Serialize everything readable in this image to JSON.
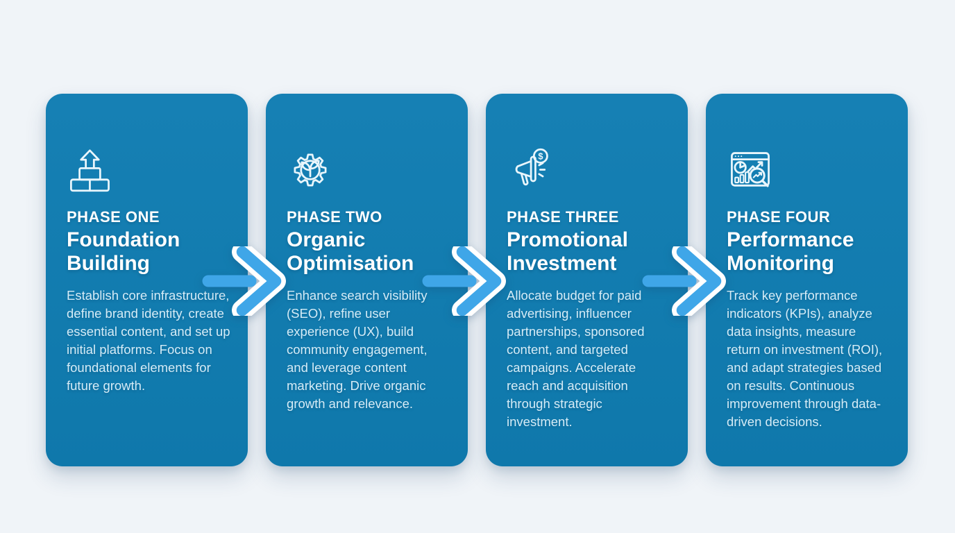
{
  "diagram": {
    "type": "process-flow",
    "direction": "left-to-right",
    "step_count": 4
  },
  "phases": [
    {
      "label": "PHASE ONE",
      "title": "Foundation Building",
      "description": "Establish core infrastructure, define brand identity, create essential content, and set up initial platforms. Focus on foundational elements for future growth.",
      "icon": "building-blocks-icon"
    },
    {
      "label": "PHASE TWO",
      "title": "Organic Optimisation",
      "description": "Enhance search visibility (SEO), refine user experience (UX), build community engagement, and leverage content marketing. Drive organic growth and relevance.",
      "icon": "gear-plant-icon"
    },
    {
      "label": "PHASE THREE",
      "title": "Promotional Investment",
      "description": "Allocate budget for paid advertising, influencer partnerships, sponsored content, and targeted campaigns. Accelerate reach and acquisition through strategic investment.",
      "icon": "megaphone-dollar-icon"
    },
    {
      "label": "PHASE FOUR",
      "title": "Performance Monitoring",
      "description": "Track key performance indicators (KPIs), analyze data insights, measure return on investment (ROI), and adapt strategies based on results. Continuous improvement through data-driven decisions.",
      "icon": "analytics-dashboard-icon"
    }
  ],
  "connectors": [
    {
      "from": "PHASE ONE",
      "to": "PHASE TWO",
      "icon": "arrow-right-icon"
    },
    {
      "from": "PHASE TWO",
      "to": "PHASE THREE",
      "icon": "arrow-right-icon"
    },
    {
      "from": "PHASE THREE",
      "to": "PHASE FOUR",
      "icon": "arrow-right-icon"
    }
  ],
  "colors": {
    "page_background": "#F0F4F8",
    "card_background": "#127CAF",
    "arrow_blue": "#3FA6E8",
    "arrow_outline": "#FFFFFF",
    "phase_label_text": "#FFFFFF",
    "title_text": "#FFFFFF",
    "description_text": "#D5ECF7",
    "icon_stroke": "#E9F6FC"
  }
}
